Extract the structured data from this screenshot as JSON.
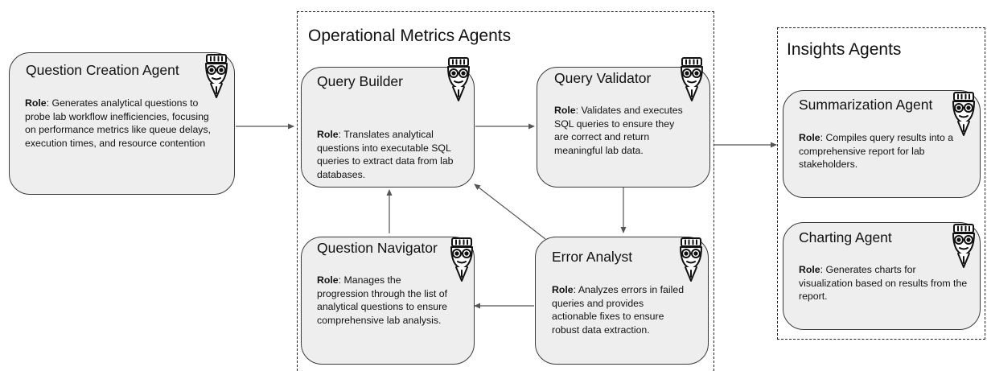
{
  "groups": {
    "operational": {
      "title": "Operational Metrics Agents"
    },
    "insights": {
      "title": "Insights Agents"
    }
  },
  "role_label": "Role",
  "agents": {
    "question_creation": {
      "title": "Question Creation Agent",
      "desc": "Generates analytical questions to probe lab workflow inefficiencies, focusing on performance metrics like queue delays, execution times, and resource contention"
    },
    "query_builder": {
      "title": "Query Builder",
      "desc": "Translates analytical questions into executable SQL queries to extract data from lab databases."
    },
    "query_validator": {
      "title": "Query Validator",
      "desc": "Validates and executes SQL queries to ensure they are correct and return meaningful lab data."
    },
    "question_navigator": {
      "title": "Question Navigator",
      "desc": "Manages the progression through the list of analytical questions to ensure comprehensive lab analysis."
    },
    "error_analyst": {
      "title": "Error Analyst",
      "desc": "Analyzes errors in failed queries and provides actionable fixes to ensure robust data extraction."
    },
    "summarization": {
      "title": "Summarization Agent",
      "desc": "Compiles query results into a comprehensive report for lab stakeholders."
    },
    "charting": {
      "title": "Charting Agent",
      "desc": "Generates charts for visualization based on results from the report."
    }
  },
  "icon": "robot-agent-icon",
  "colors": {
    "card_fill": "#eeeeee",
    "card_border": "#3a3a3a",
    "edge": "#555555"
  }
}
